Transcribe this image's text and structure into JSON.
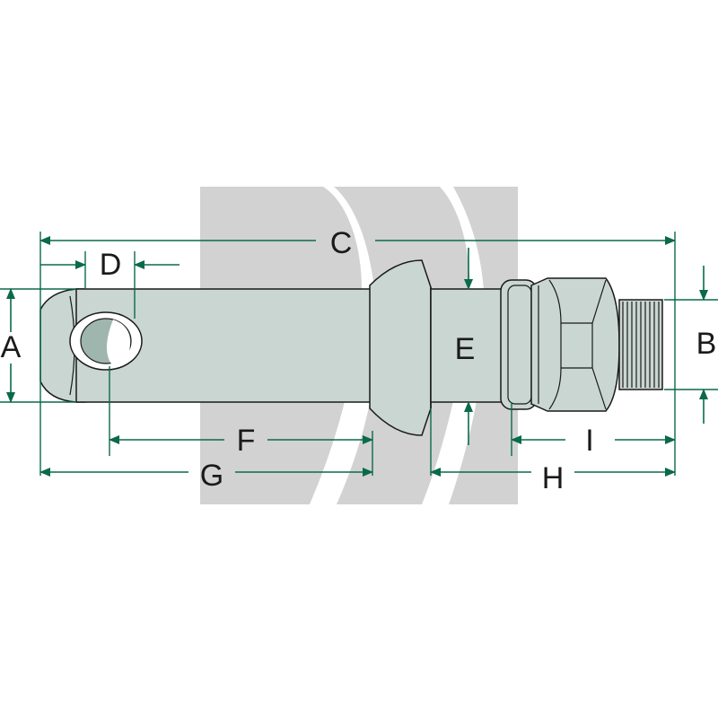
{
  "diagram": {
    "labels": {
      "A": "A",
      "B": "B",
      "C": "C",
      "D": "D",
      "E": "E",
      "F": "F",
      "G": "G",
      "H": "H",
      "I": "I"
    },
    "colors": {
      "dimension_line": "#0a6a4a",
      "part_fill": "#c9d6d2",
      "part_fill_dark": "#a9bcb6",
      "outline": "#1a1a1a",
      "watermark": "#cfcfcf"
    },
    "watermark_icon": "brand-logo-watermark"
  }
}
